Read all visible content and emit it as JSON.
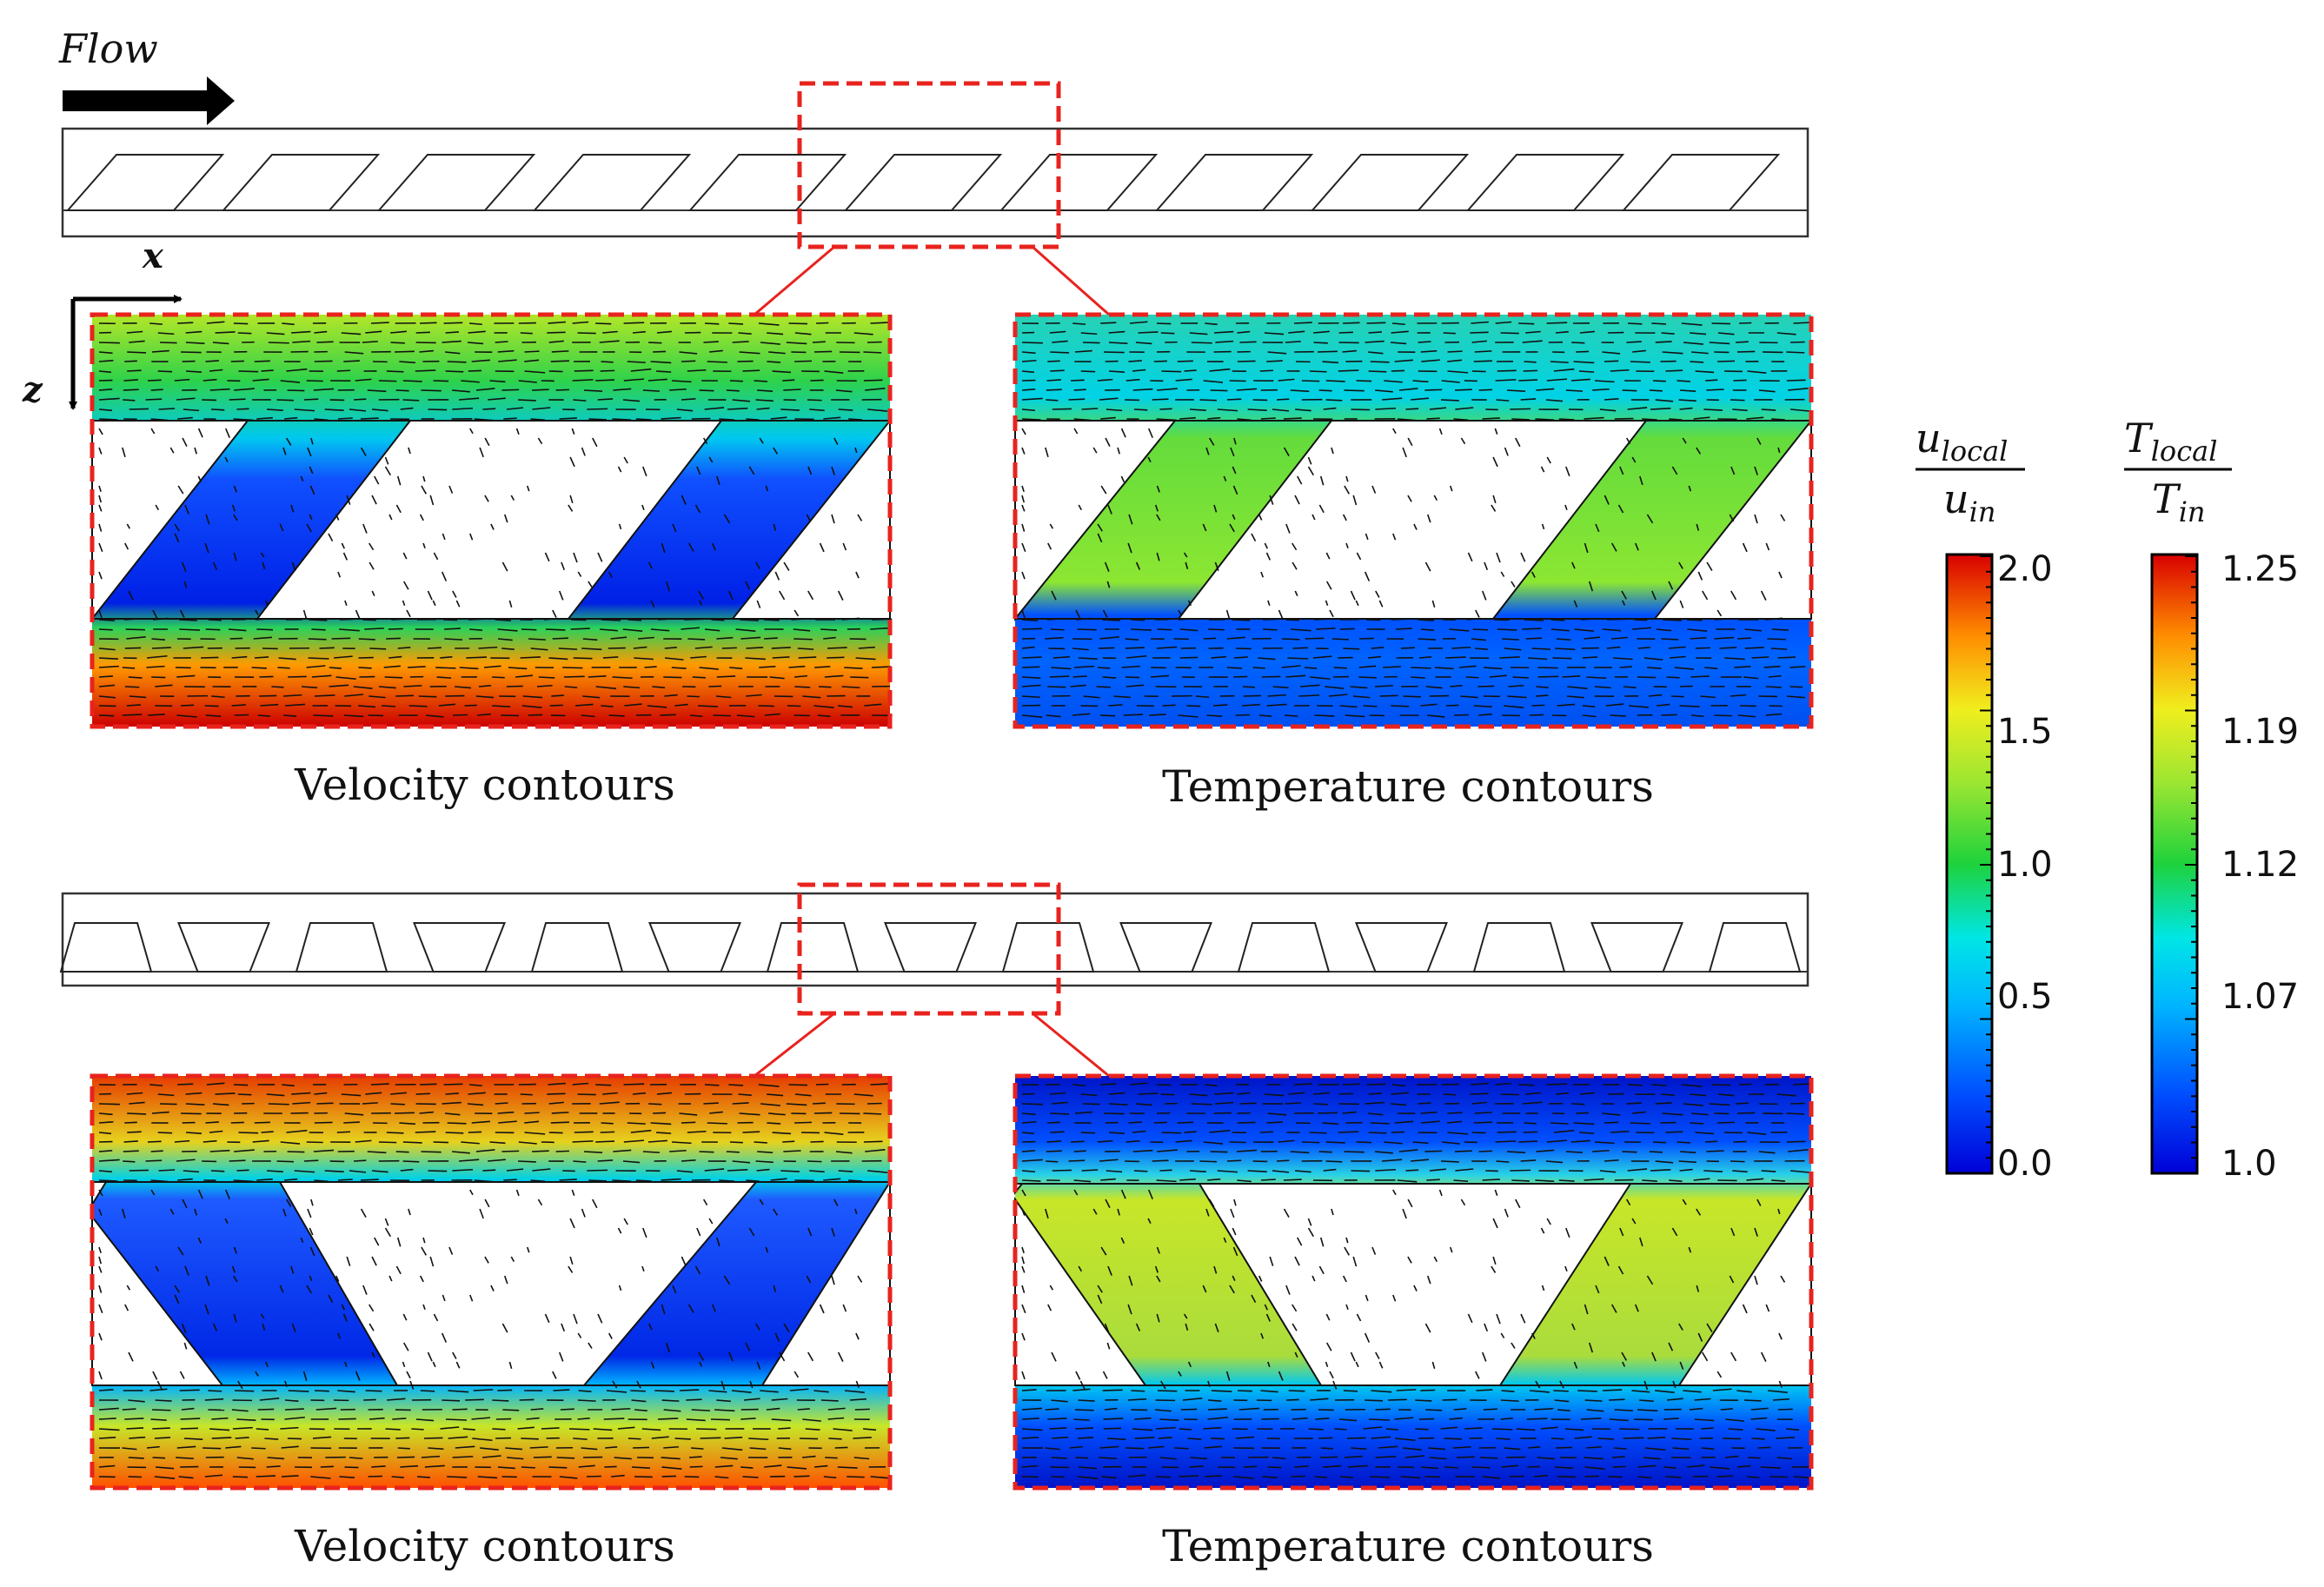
{
  "header": {
    "flow_label": "Flow"
  },
  "axes": {
    "x_label": "x",
    "z_label": "z"
  },
  "panels": {
    "top": {
      "velocity_caption": "Velocity contours",
      "temperature_caption": "Temperature contours"
    },
    "bottom": {
      "velocity_caption": "Velocity contours",
      "temperature_caption": "Temperature contours"
    }
  },
  "colorbars": {
    "velocity": {
      "numerator": {
        "base": "u",
        "sub": "local"
      },
      "denominator": {
        "base": "u",
        "sub": "in"
      },
      "ticks": [
        "2.0",
        "1.5",
        "1.0",
        "0.5",
        "0.0"
      ]
    },
    "temperature": {
      "numerator": {
        "base": "T",
        "sub": "local"
      },
      "denominator": {
        "base": "T",
        "sub": "in"
      },
      "ticks": [
        "1.25",
        "1.19",
        "1.12",
        "1.07",
        "1.0"
      ]
    }
  },
  "colors": {
    "highlight": "#e8231e",
    "jet": [
      "#0000d8",
      "#0066ff",
      "#00d8f0",
      "#19d640",
      "#c8ec2a",
      "#ffd400",
      "#ff7a00",
      "#d40000"
    ]
  }
}
